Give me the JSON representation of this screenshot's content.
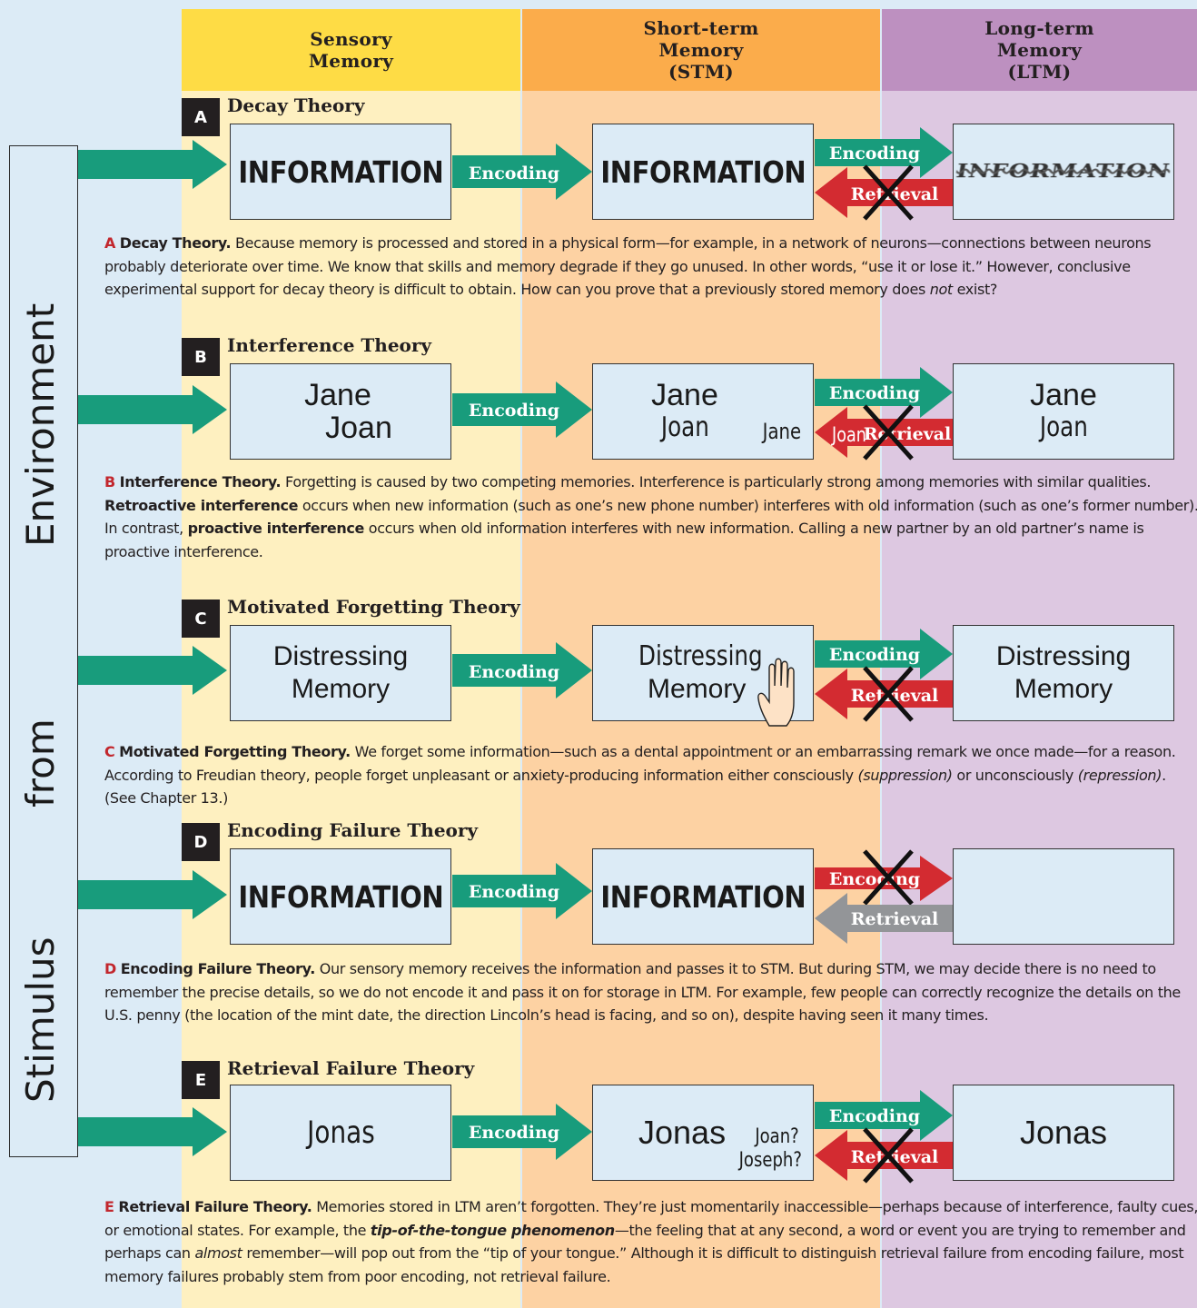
{
  "columns": {
    "sensory": "Sensory\nMemory",
    "stm": "Short-term\nMemory\n(STM)",
    "ltm": "Long-term\nMemory\n(LTM)"
  },
  "side_label": {
    "w1": "Stimulus",
    "w2": "from",
    "w3": "Environment"
  },
  "arrow_labels": {
    "encoding": "Encoding",
    "retrieval": "Retrieval"
  },
  "colors": {
    "sensory": "#fef0c0",
    "stm": "#fdd2a3",
    "ltm": "#ddc8e1",
    "arrow_green": "#189c7c",
    "arrow_red": "#d32b31",
    "arrow_gray": "#939598",
    "hdr_sensory": "#fedc45",
    "hdr_stm": "#fbac4b",
    "hdr_ltm": "#bd90c0"
  },
  "sections": [
    {
      "key": "A",
      "title": "Decay Theory",
      "sensory": "INFORMATION",
      "stm": "INFORMATION",
      "ltm": "INFORMATION",
      "caption_key": "A",
      "caption_title": "Decay Theory.",
      "caption_body": "Because memory is processed and stored in a physical form—for example, in a network of neurons—connections between neurons probably deteriorate over time. We know that skills and memory degrade if they go unused. In other words, “use it or lose it.” However, conclusive experimental support for decay theory is difficult to obtain. How can you prove that a previously stored memory does ",
      "caption_em": "not",
      "caption_tail": " exist?"
    },
    {
      "key": "B",
      "title": "Interference Theory",
      "sensory_l1": "Jane",
      "sensory_l2": "Joan",
      "stm_l1": "Jane",
      "stm_l2": "Joan",
      "stm_extra": "Jane",
      "retrieval_extra": "Joan",
      "ltm_l1": "Jane",
      "ltm_l2": "Joan",
      "caption_key": "B",
      "caption_title": "Interference Theory.",
      "caption_p1": "Forgetting is caused by two competing memories. Interference is particularly strong among memories with similar qualities. ",
      "caption_b1": "Retroactive interference",
      "caption_p2": " occurs when new information (such as one’s new phone number) interferes with old information (such as one’s former number). In contrast, ",
      "caption_b2": "proactive interference",
      "caption_p3": " occurs when old information interferes with new information. Calling a new partner by an old partner’s name is proactive interference."
    },
    {
      "key": "C",
      "title": "Motivated Forgetting Theory",
      "l1": "Distressing",
      "l2": "Memory",
      "caption_key": "C",
      "caption_title": "Motivated Forgetting Theory.",
      "caption_p1": "We forget some information—such as a dental appointment or an embarrassing remark we once made—for a reason. According to Freudian theory, people forget unpleasant or anxiety-producing information either consciously ",
      "caption_i1": "(suppression)",
      "caption_p2": " or unconsciously ",
      "caption_i2": "(repression)",
      "caption_p3": ". (See Chapter 13.)"
    },
    {
      "key": "D",
      "title": "Encoding Failure Theory",
      "sensory": "INFORMATION",
      "stm": "INFORMATION",
      "caption_key": "D",
      "caption_title": "Encoding Failure Theory.",
      "caption_body": "Our sensory memory receives the information and passes it to STM. But during STM, we may decide there is no need to remember the precise details, so we do not encode it and pass it on for storage in LTM. For example, few people can correctly recognize the details on the U.S. penny (the location of the mint date, the direction Lincoln’s head is facing, and so on), despite having seen it many times."
    },
    {
      "key": "E",
      "title": "Retrieval Failure Theory",
      "sensory": "Jonas",
      "stm": "Jonas",
      "stm_q1": "Joan?",
      "stm_q2": "Joseph?",
      "ltm": "Jonas",
      "caption_key": "E",
      "caption_title": "Retrieval Failure Theory.",
      "caption_p1": "Memories stored in LTM aren’t forgotten. They’re just momentarily inaccessible—perhaps because of interference, faulty cues, or emotional states. For example, the ",
      "caption_bi": "tip-of-the-tongue phenomenon",
      "caption_p2": "—the feeling that at any second, a word or event you are trying to remember and perhaps can ",
      "caption_i": "almost",
      "caption_p3": " remember—will pop out from the “tip of your tongue.” Although it is difficult to distinguish retrieval failure from encoding failure, most memory failures probably stem from poor encoding, not retrieval failure."
    }
  ]
}
